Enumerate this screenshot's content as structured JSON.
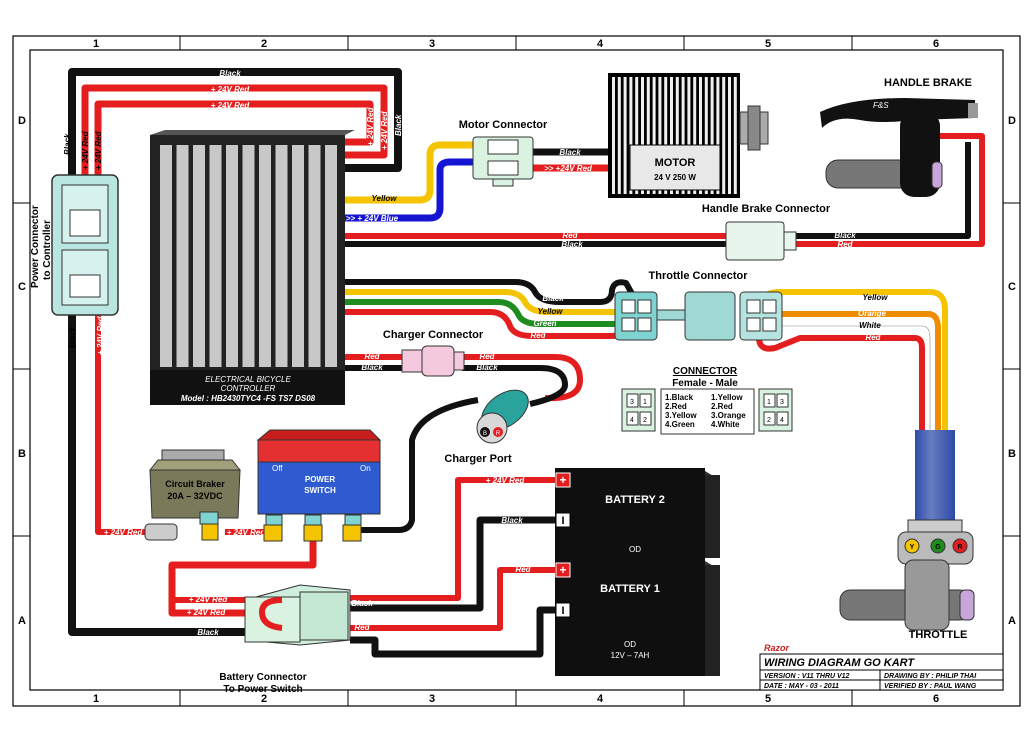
{
  "grid": {
    "columns": [
      "1",
      "2",
      "3",
      "4",
      "5",
      "6"
    ],
    "rows": [
      "D",
      "C",
      "B",
      "A"
    ]
  },
  "labels": {
    "handle_brake": "HANDLE BRAKE",
    "fs": "F&S",
    "motor_connector": "Motor Connector",
    "motor": "MOTOR",
    "motor_spec": "24 V 250 W",
    "handle_brake_connector": "Handle Brake Connector",
    "throttle_connector": "Throttle Connector",
    "charger_connector": "Charger Connector",
    "charger_port": "Charger Port",
    "power_connector_line1": "Power Connector",
    "power_connector_line2": "to Controller",
    "controller_line1": "ELECTRICAL BICYCLE",
    "controller_line2": "CONTROLLER",
    "controller_model": "Model : HB2430TYC4 -FS TS7 DS08",
    "circuit_breaker_line1": "Circuit Braker",
    "circuit_breaker_line2": "20A – 32VDC",
    "power_switch_line1": "POWER",
    "power_switch_line2": "SWITCH",
    "off": "Off",
    "on": "On",
    "battery2": "BATTERY 2",
    "battery1": "BATTERY 1",
    "od": "OD",
    "battery_spec": "12V – 7AH",
    "battery_connector_line1": "Battery Connector",
    "battery_connector_line2": "To Power Switch",
    "throttle": "THROTTLE",
    "plus": "+",
    "minus": "I",
    "charger_b": "B",
    "charger_r": "R",
    "throttle_y": "Y",
    "throttle_g": "G",
    "throttle_r": "R"
  },
  "wires": {
    "black": "Black",
    "red": "Red",
    "plus24_red": "+ 24V Red",
    "yellow": "Yellow",
    "green": "Green",
    "orange": "Orange",
    "white": "White",
    "plus24_blue": ">> + 24V Blue",
    "motor_plus24_red": ">> +24V Red"
  },
  "connector_table": {
    "title": "CONNECTOR",
    "subtitle": "Female  -  Male",
    "female": [
      "1.Black",
      "2.Red",
      "3.Yellow",
      "4.Green"
    ],
    "male": [
      "1.Yellow",
      "2.Red",
      "3.Orange",
      "4.White"
    ],
    "pin_numbers": [
      "1",
      "2",
      "3",
      "4"
    ]
  },
  "title_block": {
    "brand": "Razor",
    "title": "WIRING DIAGRAM GO KART",
    "version": "VERSION : V11 THRU V12",
    "drawing_by": "DRAWING BY : PHILIP THAI",
    "date": "DATE : MAY - 03 - 2011",
    "verified_by": "VERIFIED BY : PAUL WANG"
  },
  "colors": {
    "red": "#e41e1e",
    "black": "#111111",
    "yellow": "#f5c400",
    "blue": "#1414d2",
    "green": "#1e8c1e",
    "orange": "#f08c00",
    "white": "#ffffff",
    "connector": "#cfeedd"
  }
}
